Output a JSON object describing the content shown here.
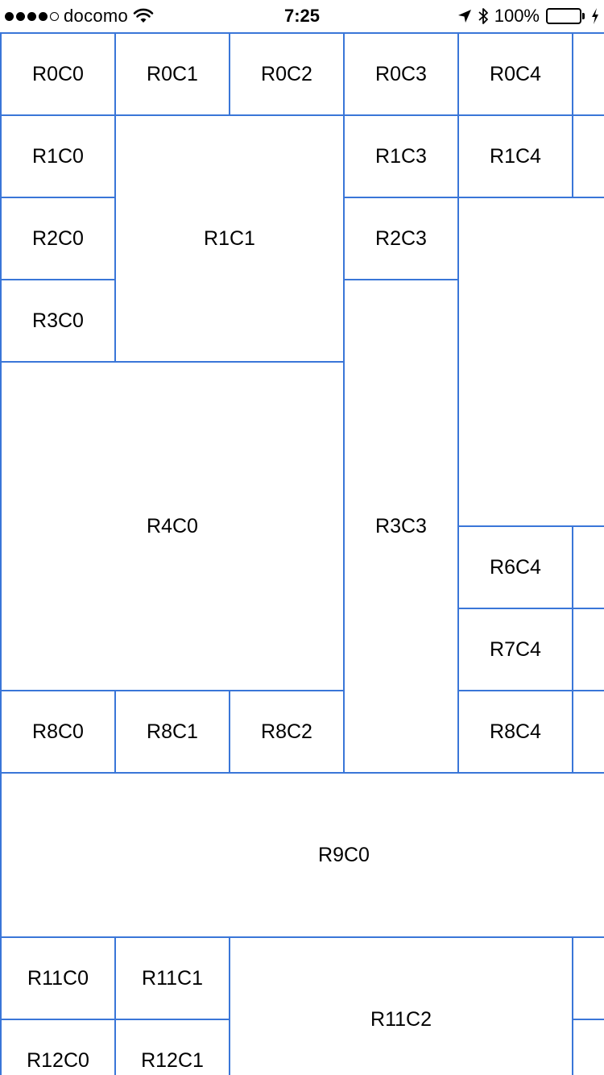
{
  "status_bar": {
    "carrier": "docomo",
    "time": "7:25",
    "battery_percent": "100%",
    "battery_color": "#4cd964",
    "icons": [
      "signal-dots-icon",
      "wifi-icon",
      "location-arrow-icon",
      "bluetooth-icon",
      "battery-icon",
      "charging-bolt-icon"
    ]
  },
  "grid": {
    "accent_color": "#3a76d8",
    "cells": {
      "r0c0": "R0C0",
      "r0c1": "R0C1",
      "r0c2": "R0C2",
      "r0c3": "R0C3",
      "r0c4": "R0C4",
      "r1c0": "R1C0",
      "r1c1": "R1C1",
      "r1c3": "R1C3",
      "r1c4": "R1C4",
      "r2c0": "R2C0",
      "r2c3": "R2C3",
      "r3c0": "R3C0",
      "r3c3": "R3C3",
      "r4c0": "R4C0",
      "r6c4": "R6C4",
      "r7c4": "R7C4",
      "r8c0": "R8C0",
      "r8c1": "R8C1",
      "r8c2": "R8C2",
      "r8c4": "R8C4",
      "r9c0": "R9C0",
      "r11c0": "R11C0",
      "r11c1": "R11C1",
      "r11c2": "R11C2",
      "r12c0": "R12C0",
      "r12c1": "R12C1"
    }
  }
}
